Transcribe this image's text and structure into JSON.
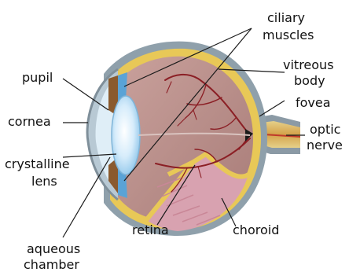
{
  "labels": {
    "ciliary_muscles": [
      "ciliary",
      "muscles"
    ],
    "pupil": "pupil",
    "cornea": "cornea",
    "crystalline_lens": [
      "crystalline",
      "lens"
    ],
    "aqueous_chamber": [
      "aqueous",
      "chamber"
    ],
    "retina": "retina",
    "choroid": "choroid",
    "vitreous_body": [
      "vitreous",
      "body"
    ],
    "fovea": "fovea",
    "optic_nerve": [
      "optic",
      "nerve"
    ]
  },
  "colors": {
    "sclera": "#8fa0ab",
    "vitreous": "#b78f8b",
    "retina": "#e8c857",
    "choroid": "#d8a2b0",
    "lens": "#b9ddf5",
    "vessel": "#8b1f25",
    "leader": "#1a1a1a"
  }
}
